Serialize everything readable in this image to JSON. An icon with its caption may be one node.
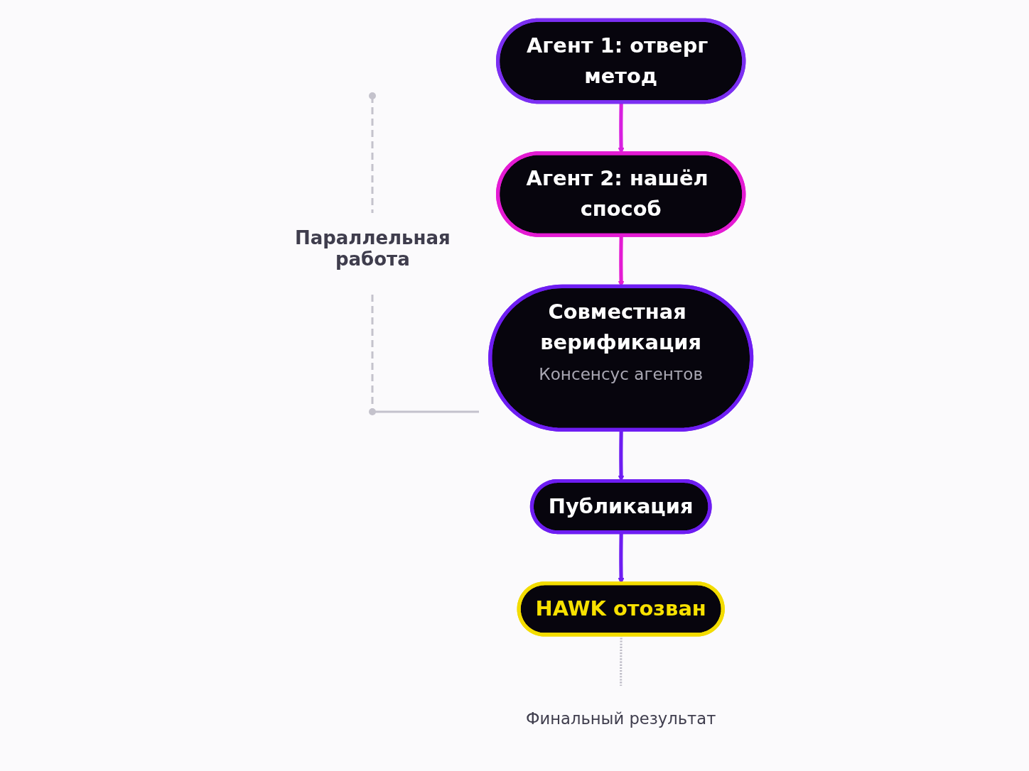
{
  "diagram": {
    "nodes": [
      {
        "text": [
          "Агент 1: отверг метод"
        ]
      },
      {
        "text": [
          "Агент 2: нашёл способ"
        ]
      },
      {
        "text": [
          "Совместная верификация",
          "Консенсус агентов"
        ]
      },
      {
        "text": [
          "Публикация"
        ]
      },
      {
        "text": [
          "HAWK отозван"
        ]
      },
      {
        "text": [
          "Финальный результат"
        ]
      }
    ],
    "edges": [
      {
        "from": 0,
        "to": 1,
        "arrow": "to",
        "color": "#d81fe0"
      },
      {
        "from": 1,
        "to": 2,
        "arrow": "to",
        "color": "#e41bd3"
      },
      {
        "from": 2,
        "to": 3,
        "arrow": "to"
      },
      {
        "from": 3,
        "to": 4,
        "arrow": "to"
      },
      {
        "from": 4,
        "to": 5,
        "arrow": "none",
        "style": "dashed",
        "color": "#bdbbc6"
      }
    ],
    "labels": [
      "Параллельная работа"
    ]
  }
}
